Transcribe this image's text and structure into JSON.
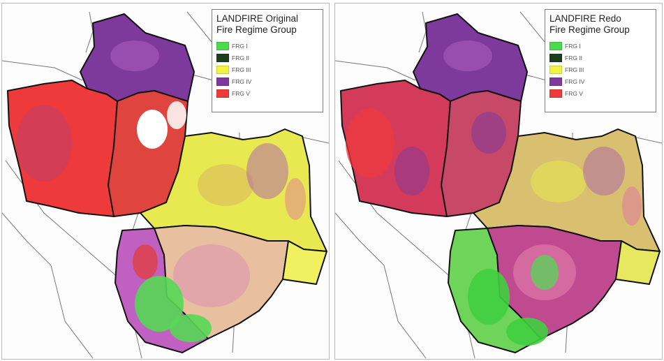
{
  "panels": [
    {
      "legend_title": "LANDFIRE Original\nFire Regime Group",
      "items": [
        {
          "label": "FRG I",
          "color": "#4cd94c"
        },
        {
          "label": "FRG II",
          "color": "#1f3d1f"
        },
        {
          "label": "FRG III",
          "color": "#f2f244"
        },
        {
          "label": "FRG IV",
          "color": "#7d3a9c"
        },
        {
          "label": "FRG V",
          "color": "#ee3a3a"
        }
      ]
    },
    {
      "legend_title": "LANDFIRE Redo\nFire Regime Group",
      "items": [
        {
          "label": "FRG I",
          "color": "#4cd94c"
        },
        {
          "label": "FRG II",
          "color": "#1f3d1f"
        },
        {
          "label": "FRG III",
          "color": "#f2f244"
        },
        {
          "label": "FRG IV",
          "color": "#7d3a9c"
        },
        {
          "label": "FRG V",
          "color": "#ee3a3a"
        }
      ]
    }
  ]
}
